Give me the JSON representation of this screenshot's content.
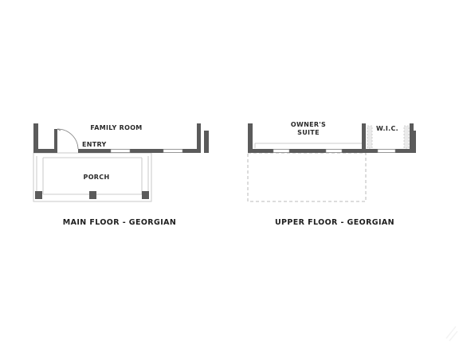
{
  "main_floor": {
    "caption": "MAIN FLOOR - GEORGIAN",
    "rooms": {
      "family_room": "FAMILY ROOM",
      "entry": "ENTRY",
      "porch": "PORCH"
    }
  },
  "upper_floor": {
    "caption": "UPPER FLOOR - GEORGIAN",
    "rooms": {
      "owners_suite_line1": "OWNER'S",
      "owners_suite_line2": "SUITE",
      "wic": "W.I.C."
    }
  },
  "colors": {
    "wall": "#5b5b5b",
    "label_text": "#2a2a2a",
    "dashed_outline": "#b8b8b8"
  }
}
